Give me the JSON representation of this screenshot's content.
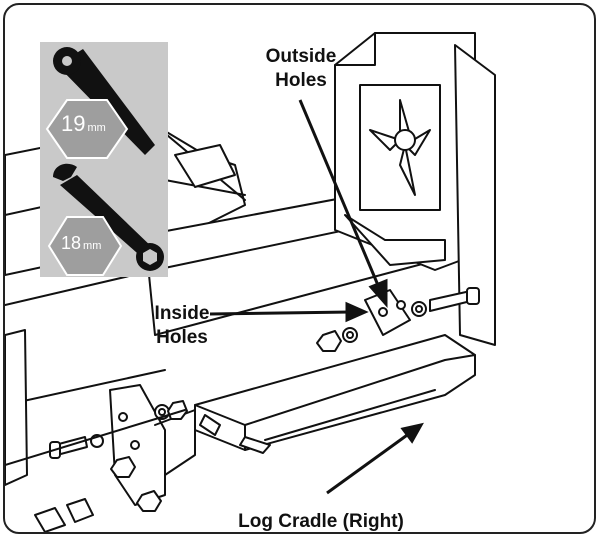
{
  "labels": {
    "outside_holes_line1": "Outside",
    "outside_holes_line2": "Holes",
    "inside_holes_line1": "Inside",
    "inside_holes_line2": "Holes",
    "log_cradle": "Log Cradle (Right)"
  },
  "tools": {
    "ratchet_size": "19",
    "ratchet_unit": "mm",
    "wrench_size": "18",
    "wrench_unit": "mm"
  },
  "colors": {
    "tool_panel": "#c9c9c9",
    "hex_badge": "#9e9e9e",
    "line_art": "#111111",
    "arrow": "#111111"
  },
  "icons": [
    "ratchet-icon",
    "wrench-icon"
  ]
}
